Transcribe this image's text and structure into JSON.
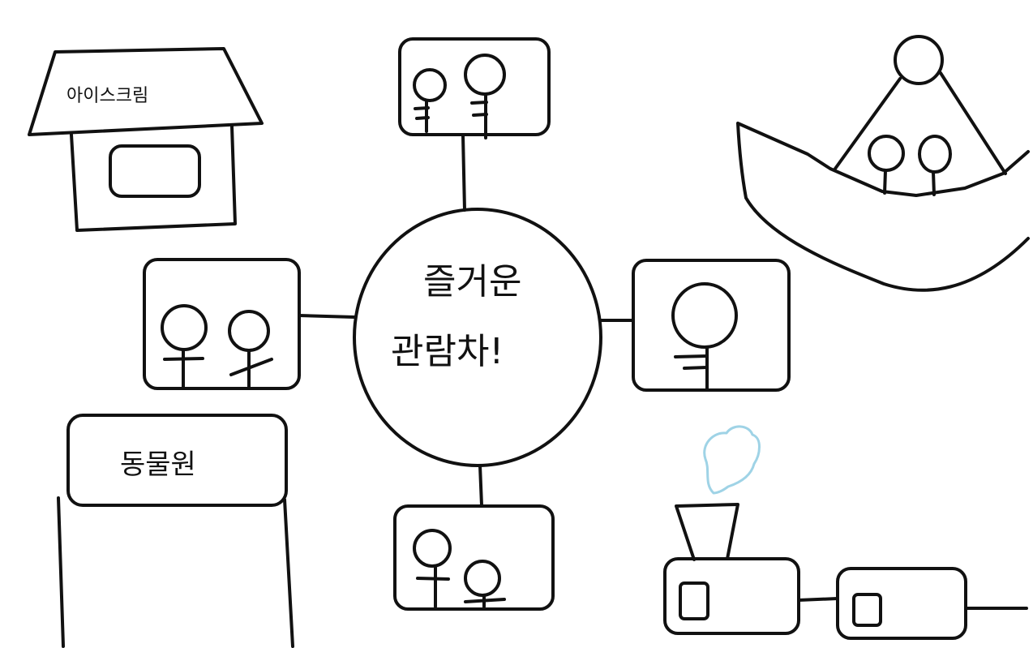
{
  "drawing": {
    "ferris_wheel": {
      "line1": "즐거운",
      "line2": "관람차!"
    },
    "ice_cream_shop": {
      "sign": "아이스크림"
    },
    "zoo": {
      "sign": "동물원"
    }
  },
  "colors": {
    "stroke": "#111111",
    "background": "#ffffff",
    "smoke": "#9fd3e6"
  }
}
